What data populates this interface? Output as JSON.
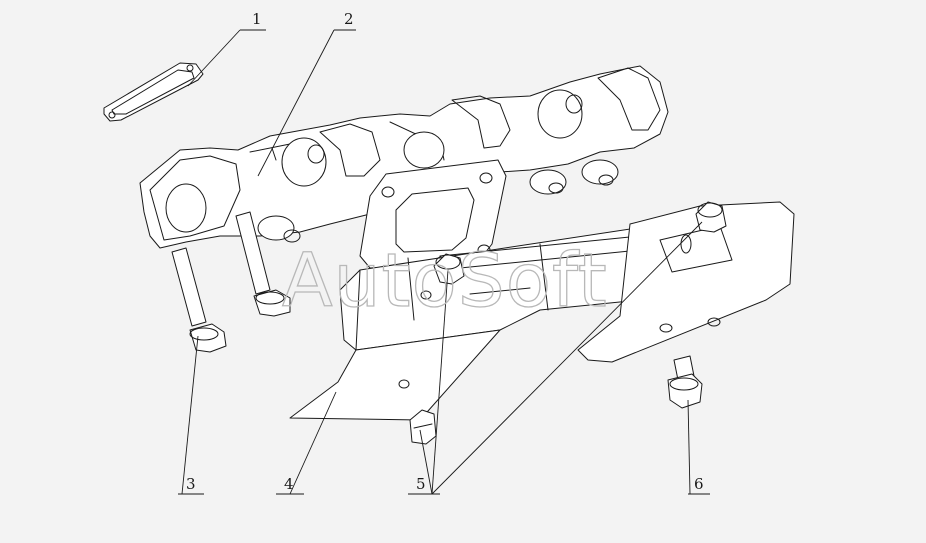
{
  "watermark": "AutoSoft",
  "callouts": [
    {
      "id": "1",
      "label": "1"
    },
    {
      "id": "2",
      "label": "2"
    },
    {
      "id": "3",
      "label": "3"
    },
    {
      "id": "4",
      "label": "4"
    },
    {
      "id": "5",
      "label": "5"
    },
    {
      "id": "6",
      "label": "6"
    }
  ],
  "colors": {
    "ink": "#1a1a1a",
    "background": "#f3f3f3",
    "watermark": "#b8b8b8"
  }
}
